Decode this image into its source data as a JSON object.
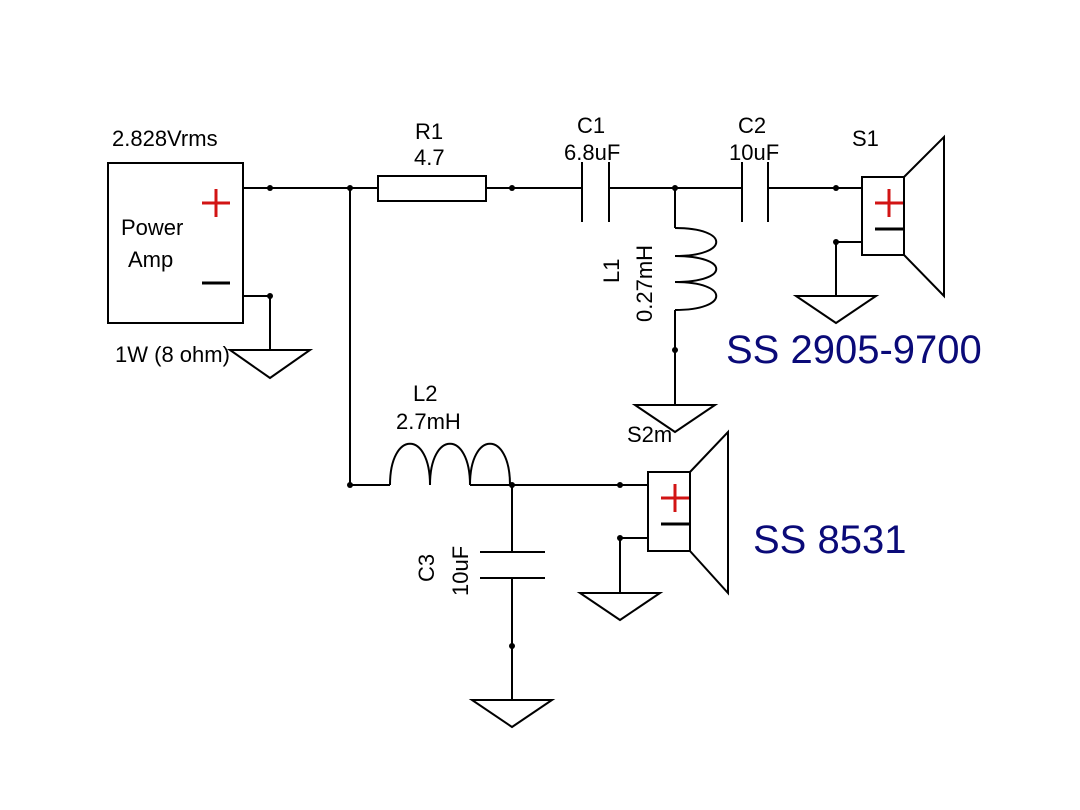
{
  "amp": {
    "voltage": "2.828Vrms",
    "name_line1": "Power",
    "name_line2": "Amp",
    "power": "1W (8 ohm)"
  },
  "r1": {
    "ref": "R1",
    "value": "4.7"
  },
  "c1": {
    "ref": "C1",
    "value": "6.8uF"
  },
  "c2": {
    "ref": "C2",
    "value": "10uF"
  },
  "l1": {
    "ref": "L1",
    "value": "0.27mH"
  },
  "l2": {
    "ref": "L2",
    "value": "2.7mH"
  },
  "c3": {
    "ref": "C3",
    "value": "10uF"
  },
  "s1": {
    "ref": "S1",
    "model": "SS 2905-9700"
  },
  "s2": {
    "ref": "S2m",
    "model": "SS 8531"
  },
  "colors": {
    "model_text": "#0a0a78",
    "plus_sign": "#d21414"
  }
}
